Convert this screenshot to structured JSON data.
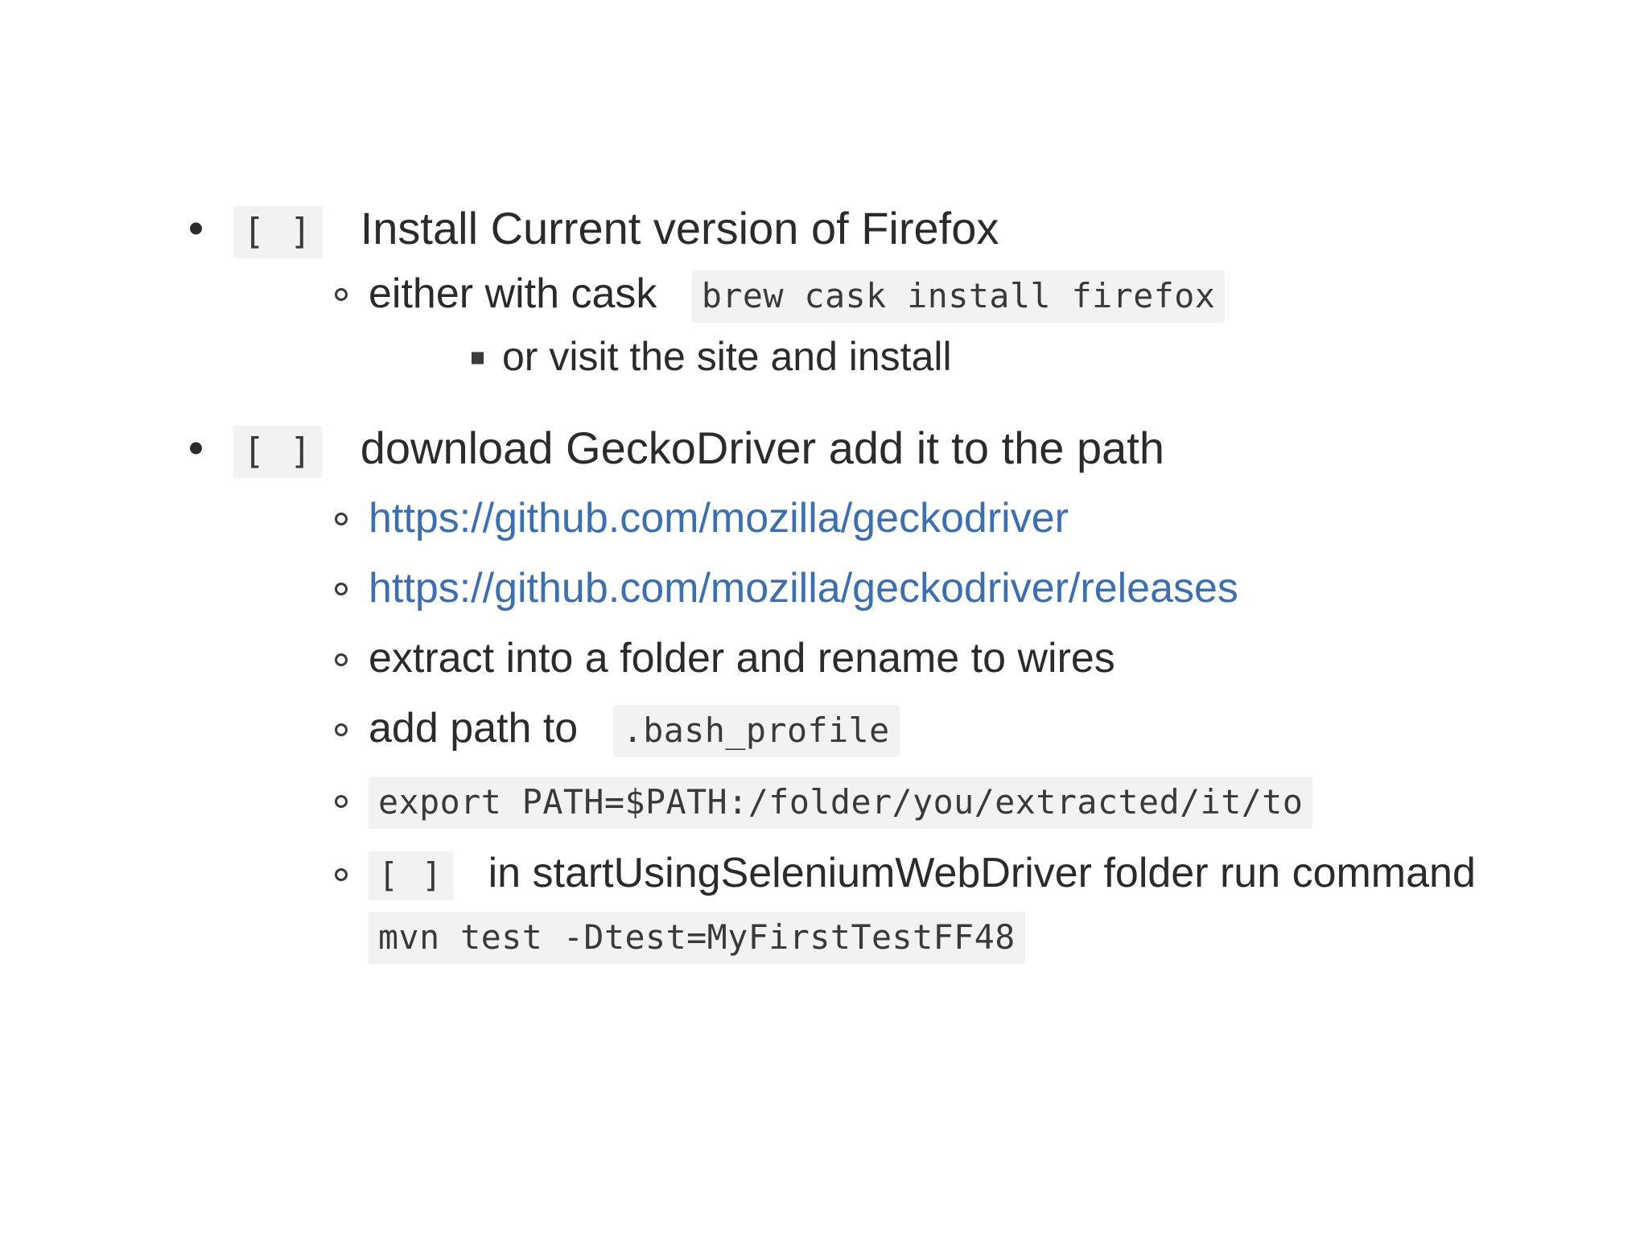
{
  "slide": {
    "bullets": [
      {
        "level": 1,
        "bullet_glyph": "filled-disc",
        "checkbox": "[ ]",
        "text": "Install Current version of Firefox"
      },
      {
        "level": 2,
        "bullet_glyph": "hollow-circle",
        "text": "either with cask",
        "code": "brew cask install firefox"
      },
      {
        "level": 3,
        "bullet_glyph": "filled-square",
        "text": "or visit the site and install"
      },
      {
        "level": 1,
        "bullet_glyph": "filled-disc",
        "checkbox": "[ ]",
        "text": "download GeckoDriver add it to the path"
      },
      {
        "level": 2,
        "bullet_glyph": "hollow-circle",
        "link": "https://github.com/mozilla/geckodriver"
      },
      {
        "level": 2,
        "bullet_glyph": "hollow-circle",
        "link": "https://github.com/mozilla/geckodriver/releases"
      },
      {
        "level": 2,
        "bullet_glyph": "hollow-circle",
        "text": "extract into a folder and rename to wires"
      },
      {
        "level": 2,
        "bullet_glyph": "hollow-circle",
        "text": "add path to",
        "code": ".bash_profile"
      },
      {
        "level": 2,
        "bullet_glyph": "hollow-circle",
        "code": "export PATH=$PATH:/folder/you/extracted/it/to"
      },
      {
        "level": 2,
        "bullet_glyph": "hollow-circle",
        "checkbox": "[ ]",
        "text": "in startUsingSeleniumWebDriver folder run command",
        "code_below": "mvn test -Dtest=MyFirstTestFF48"
      }
    ]
  },
  "colors": {
    "text": "#2b2b2b",
    "link": "#3a6fb5",
    "code_background": "#f2f2f2",
    "page_background": "#ffffff"
  }
}
